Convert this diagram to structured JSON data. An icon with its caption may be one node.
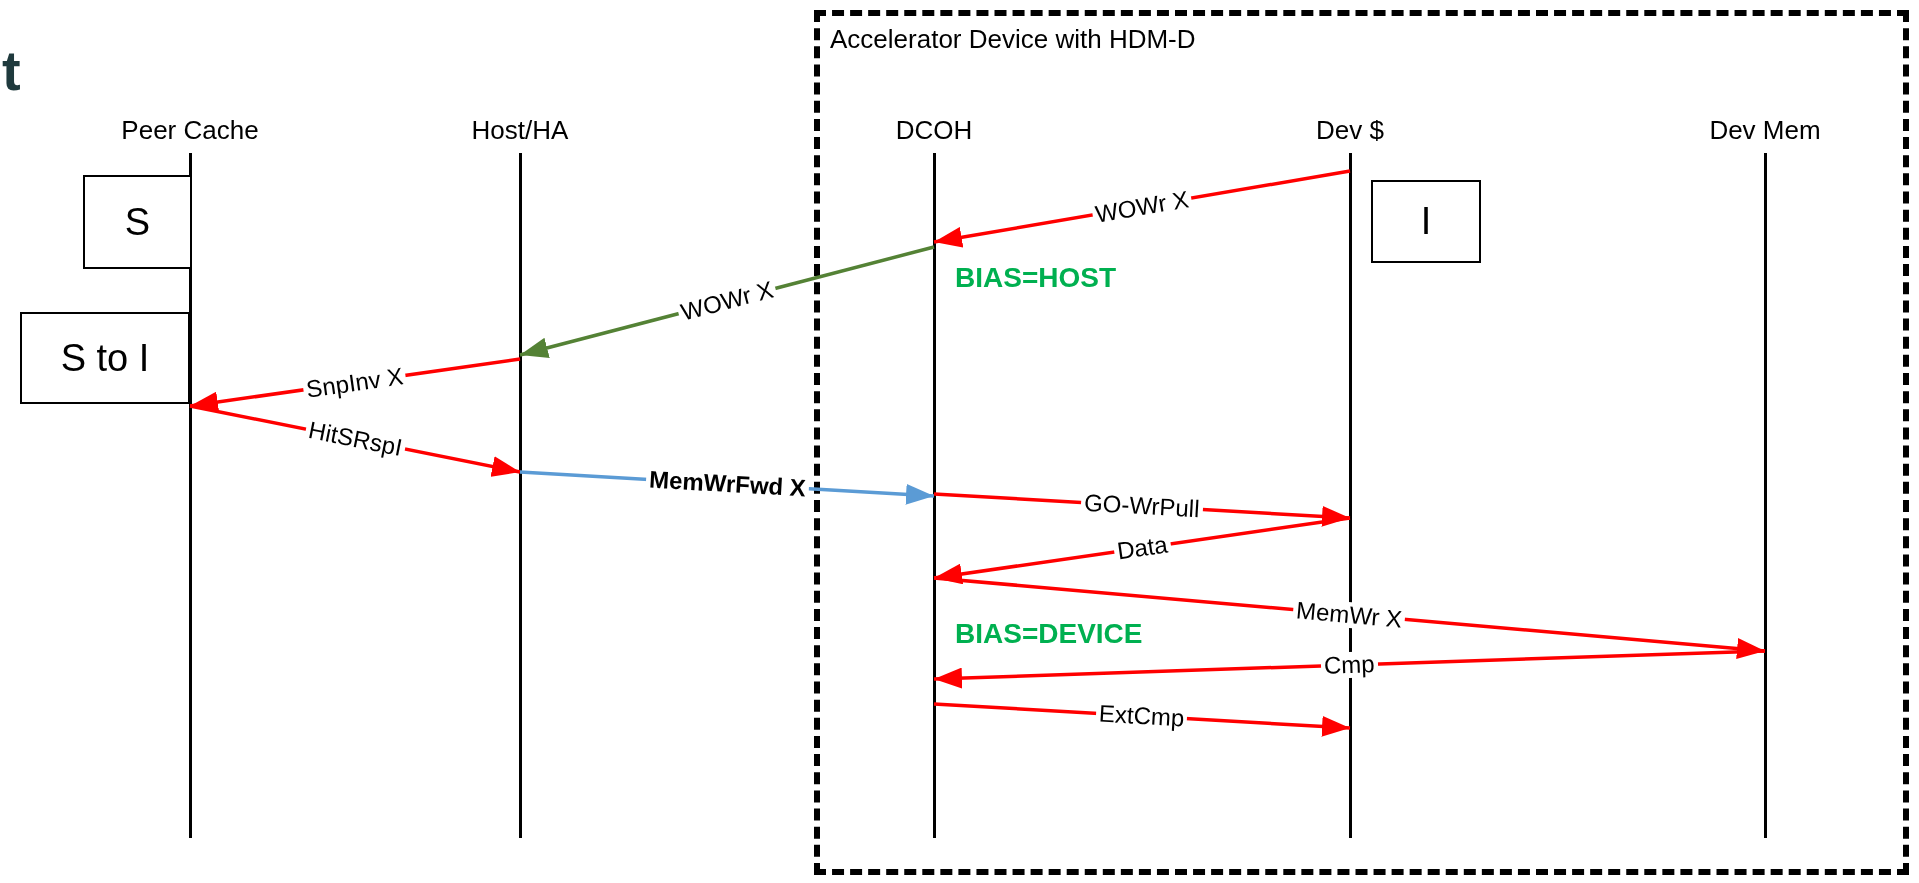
{
  "diagram": {
    "nodes": [
      {
        "text": [
          "Accelerator Device with HDM-D"
        ]
      },
      {
        "text": [
          "Peer Cache"
        ]
      },
      {
        "text": [
          "Host/HA"
        ]
      },
      {
        "text": [
          "DCOH"
        ],
        "in": 0
      },
      {
        "text": [
          "Dev $"
        ],
        "in": 0
      },
      {
        "text": [
          "Dev Mem"
        ],
        "in": 0
      },
      {
        "text": [
          "S"
        ]
      },
      {
        "text": [
          "S to I"
        ]
      },
      {
        "text": [
          "I"
        ],
        "in": 0
      }
    ],
    "edges": [
      {
        "from": 4,
        "to": 3,
        "arrow": "to",
        "label": "WOWr X"
      },
      {
        "from": 3,
        "to": 2,
        "arrow": "to",
        "label": "WOWr X",
        "color": "#548235"
      },
      {
        "from": 2,
        "to": 1,
        "arrow": "to",
        "label": "SnpInv X"
      },
      {
        "from": 1,
        "to": 2,
        "arrow": "to",
        "label": "HitSRspI"
      },
      {
        "from": 2,
        "to": 3,
        "arrow": "to",
        "label": "MemWrFwd X",
        "color": "#5b9bd5"
      },
      {
        "from": 3,
        "to": 4,
        "arrow": "to",
        "label": "GO-WrPull"
      },
      {
        "from": 4,
        "to": 3,
        "arrow": "to",
        "label": "Data"
      },
      {
        "from": 3,
        "to": 5,
        "arrow": "to",
        "label": "MemWr X"
      },
      {
        "from": 5,
        "to": 3,
        "arrow": "to",
        "label": "Cmp"
      },
      {
        "from": 3,
        "to": 4,
        "arrow": "to",
        "label": "ExtCmp"
      }
    ],
    "labels": [
      "t",
      "BIAS=HOST",
      "BIAS=DEVICE"
    ]
  }
}
